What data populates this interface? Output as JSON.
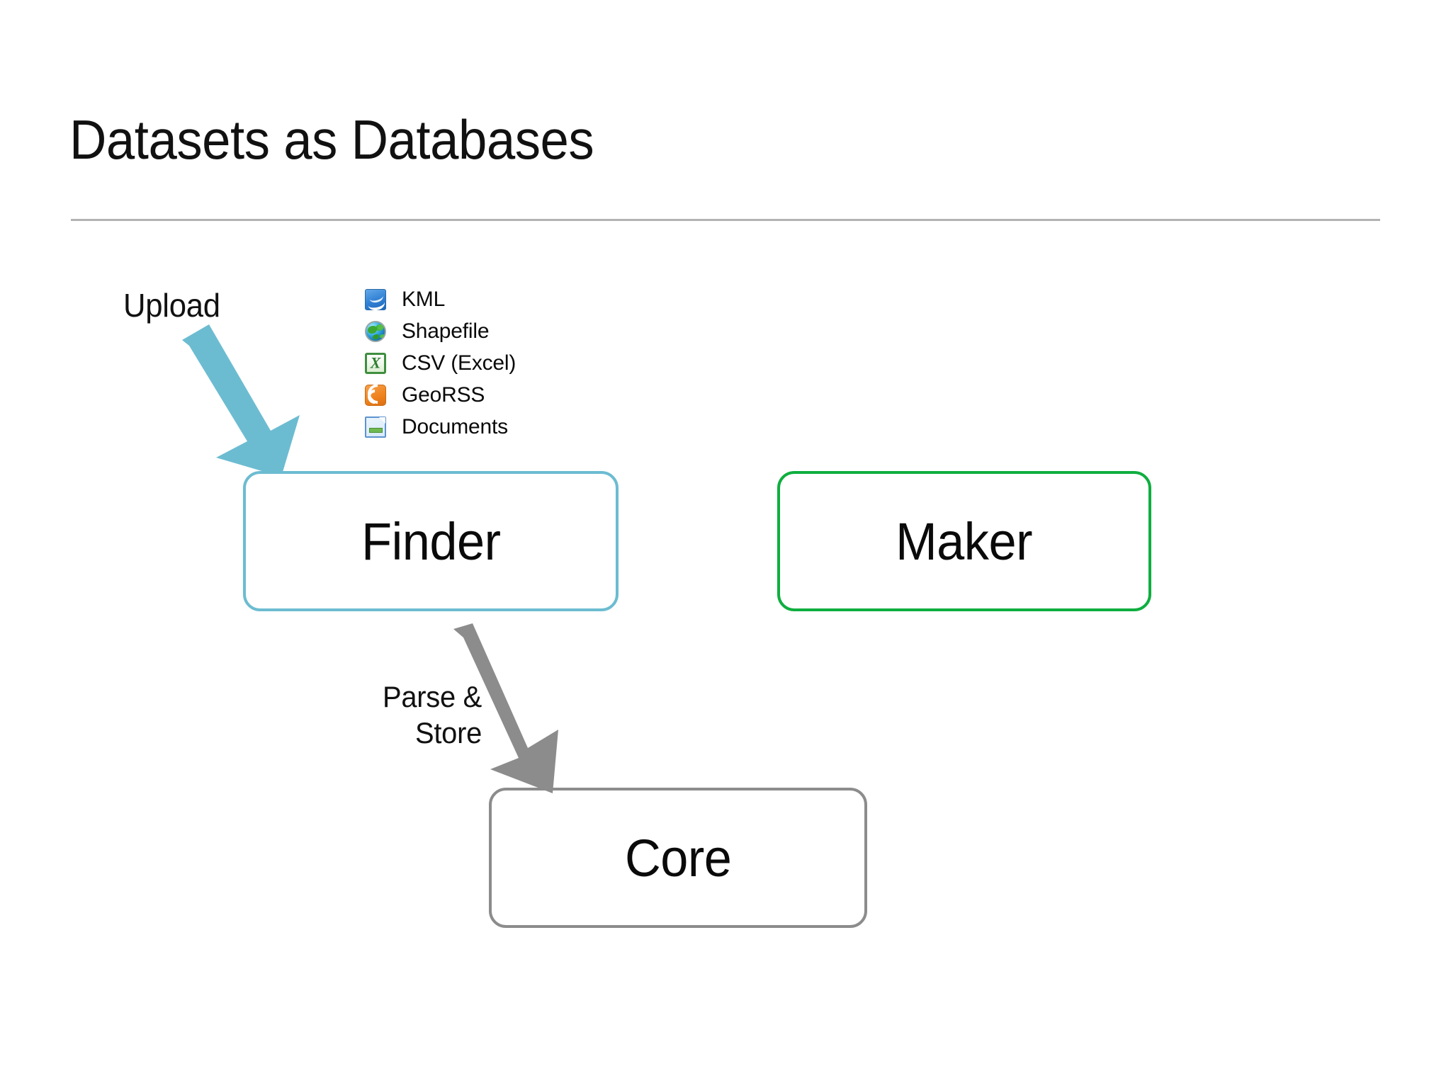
{
  "slide": {
    "title": "Datasets as Databases",
    "divider_color": "#b3b3b3"
  },
  "upload": {
    "label": "Upload",
    "arrow_icon": "down-right-arrow-icon",
    "arrow_color": "#6cbcd1"
  },
  "formats": [
    {
      "label": "KML",
      "icon": "kml-file-icon",
      "icon_color": "#2f7fd4"
    },
    {
      "label": "Shapefile",
      "icon": "shapefile-globe-icon",
      "icon_color": "#2fa3dd"
    },
    {
      "label": "CSV (Excel)",
      "icon": "excel-file-icon",
      "icon_color": "#3f8e3f"
    },
    {
      "label": "GeoRSS",
      "icon": "rss-feed-icon",
      "icon_color": "#ef8420"
    },
    {
      "label": "Documents",
      "icon": "document-file-icon",
      "icon_color": "#5d93d0"
    }
  ],
  "nodes": {
    "finder": {
      "label": "Finder",
      "border_color": "#6cbcd1"
    },
    "maker": {
      "label": "Maker",
      "border_color": "#0fae3f"
    },
    "core": {
      "label": "Core",
      "border_color": "#8c8c8c"
    }
  },
  "parse_store": {
    "line1": "Parse &",
    "line2": "Store",
    "arrow_icon": "down-right-arrow-icon",
    "arrow_color": "#8c8c8c"
  }
}
